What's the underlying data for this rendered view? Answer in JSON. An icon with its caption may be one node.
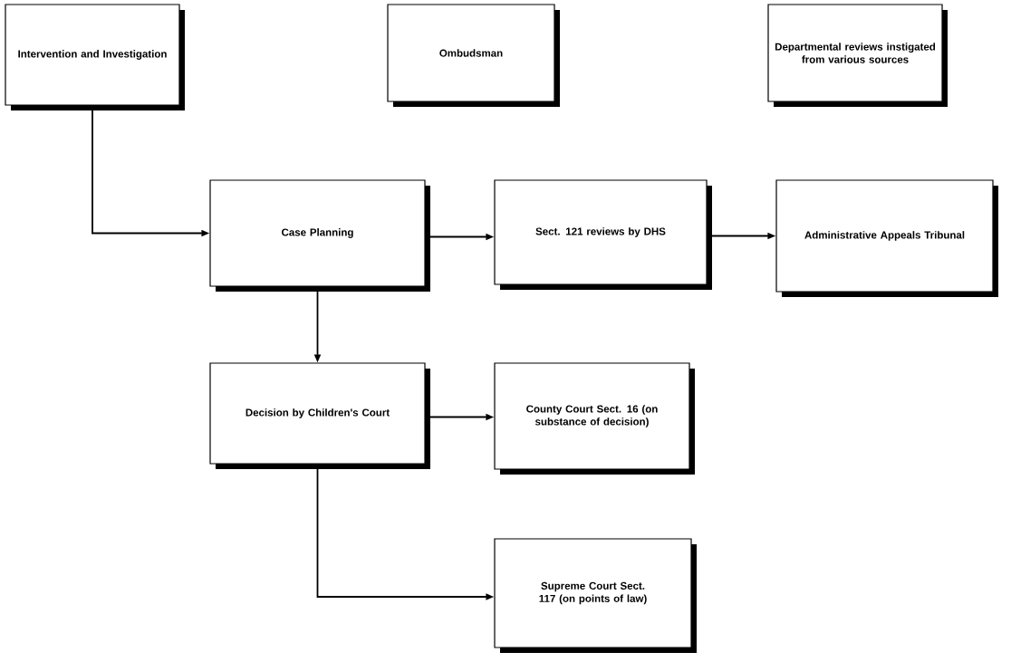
{
  "diagram": {
    "nodes": [
      {
        "text": [
          "Intervention and Investigation"
        ]
      },
      {
        "text": [
          "Ombudsman"
        ]
      },
      {
        "text": [
          "Departmental reviews instigated from various sources"
        ]
      },
      {
        "text": [
          "Case Planning"
        ]
      },
      {
        "text": [
          "Sect. 121 reviews by DHS"
        ]
      },
      {
        "text": [
          "Administrative Appeals Tribunal"
        ]
      },
      {
        "text": [
          "Decision by Children's Court"
        ]
      },
      {
        "text": [
          "County Court Sect. 16 (on substance of decision)"
        ]
      },
      {
        "text": [
          "Supreme Court Sect. 117 (on points of law)"
        ]
      }
    ],
    "edges": [
      {
        "from": 0,
        "to": 3,
        "arrow": "to"
      },
      {
        "from": 3,
        "to": 4,
        "arrow": "to"
      },
      {
        "from": 4,
        "to": 5,
        "arrow": "to"
      },
      {
        "from": 3,
        "to": 6,
        "arrow": "to"
      },
      {
        "from": 6,
        "to": 7,
        "arrow": "to"
      },
      {
        "from": 6,
        "to": 8,
        "arrow": "to"
      }
    ]
  }
}
